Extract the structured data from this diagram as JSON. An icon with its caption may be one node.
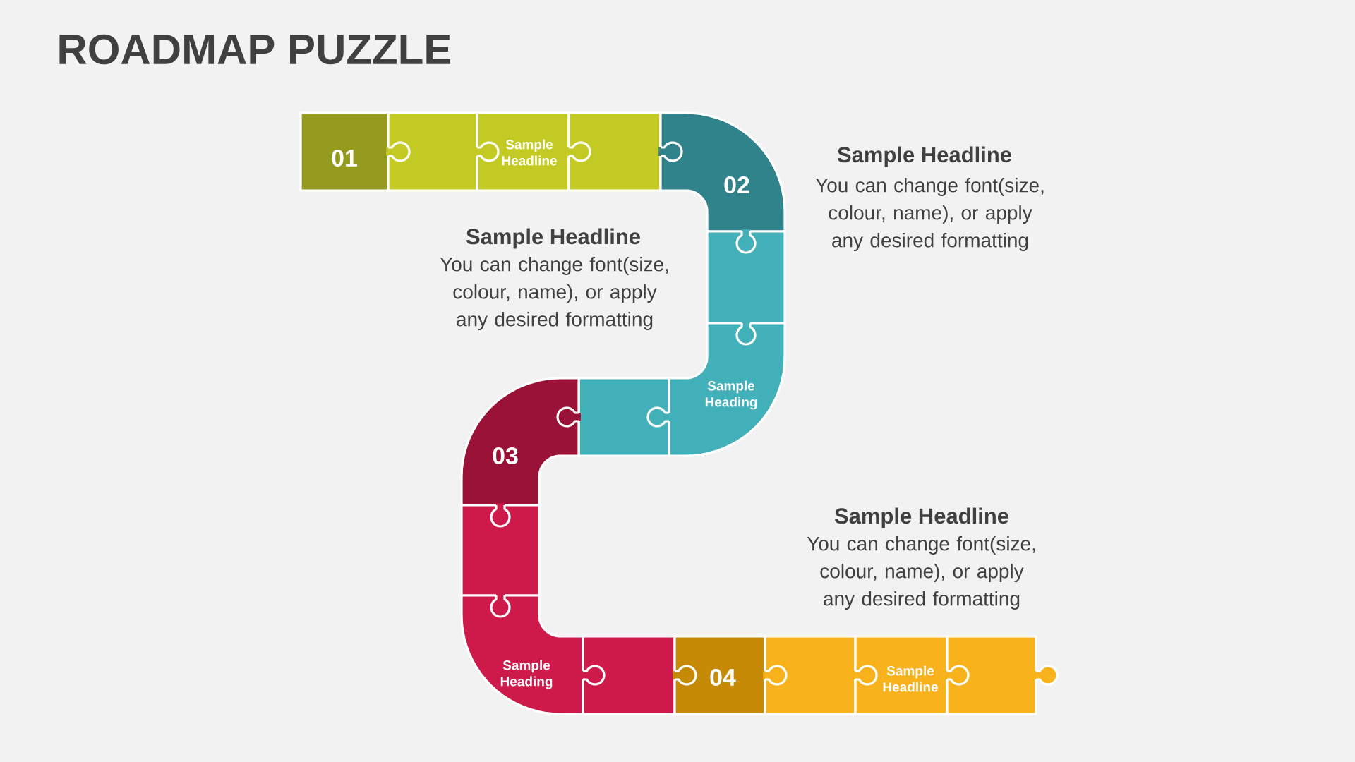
{
  "diagram": {
    "title": "ROADMAP PUZZLE",
    "nodes": [
      {
        "text": [
          "01"
        ]
      },
      {
        "text": [],
        "shape": "box"
      },
      {
        "text": [
          "Sample Headline"
        ]
      },
      {
        "text": [],
        "shape": "box"
      },
      {
        "text": [
          "02"
        ]
      },
      {
        "text": [],
        "shape": "box"
      },
      {
        "text": [
          "Sample Heading"
        ]
      },
      {
        "text": [],
        "shape": "box"
      },
      {
        "text": [
          "03"
        ]
      },
      {
        "text": [],
        "shape": "box"
      },
      {
        "text": [
          "Sample Heading"
        ]
      },
      {
        "text": [],
        "shape": "box"
      },
      {
        "text": [
          "04"
        ]
      },
      {
        "text": [],
        "shape": "box"
      },
      {
        "text": [
          "Sample Headline"
        ]
      },
      {
        "text": [],
        "shape": "box"
      }
    ],
    "labels": [
      "Sample Headline",
      "You can change font(size, colour, name), or apply any desired formatting",
      "Sample Headline",
      "You can change font(size, colour, name), or apply any desired formatting",
      "Sample Headline",
      "You can change font(size, colour, name), or apply any desired formatting"
    ]
  }
}
